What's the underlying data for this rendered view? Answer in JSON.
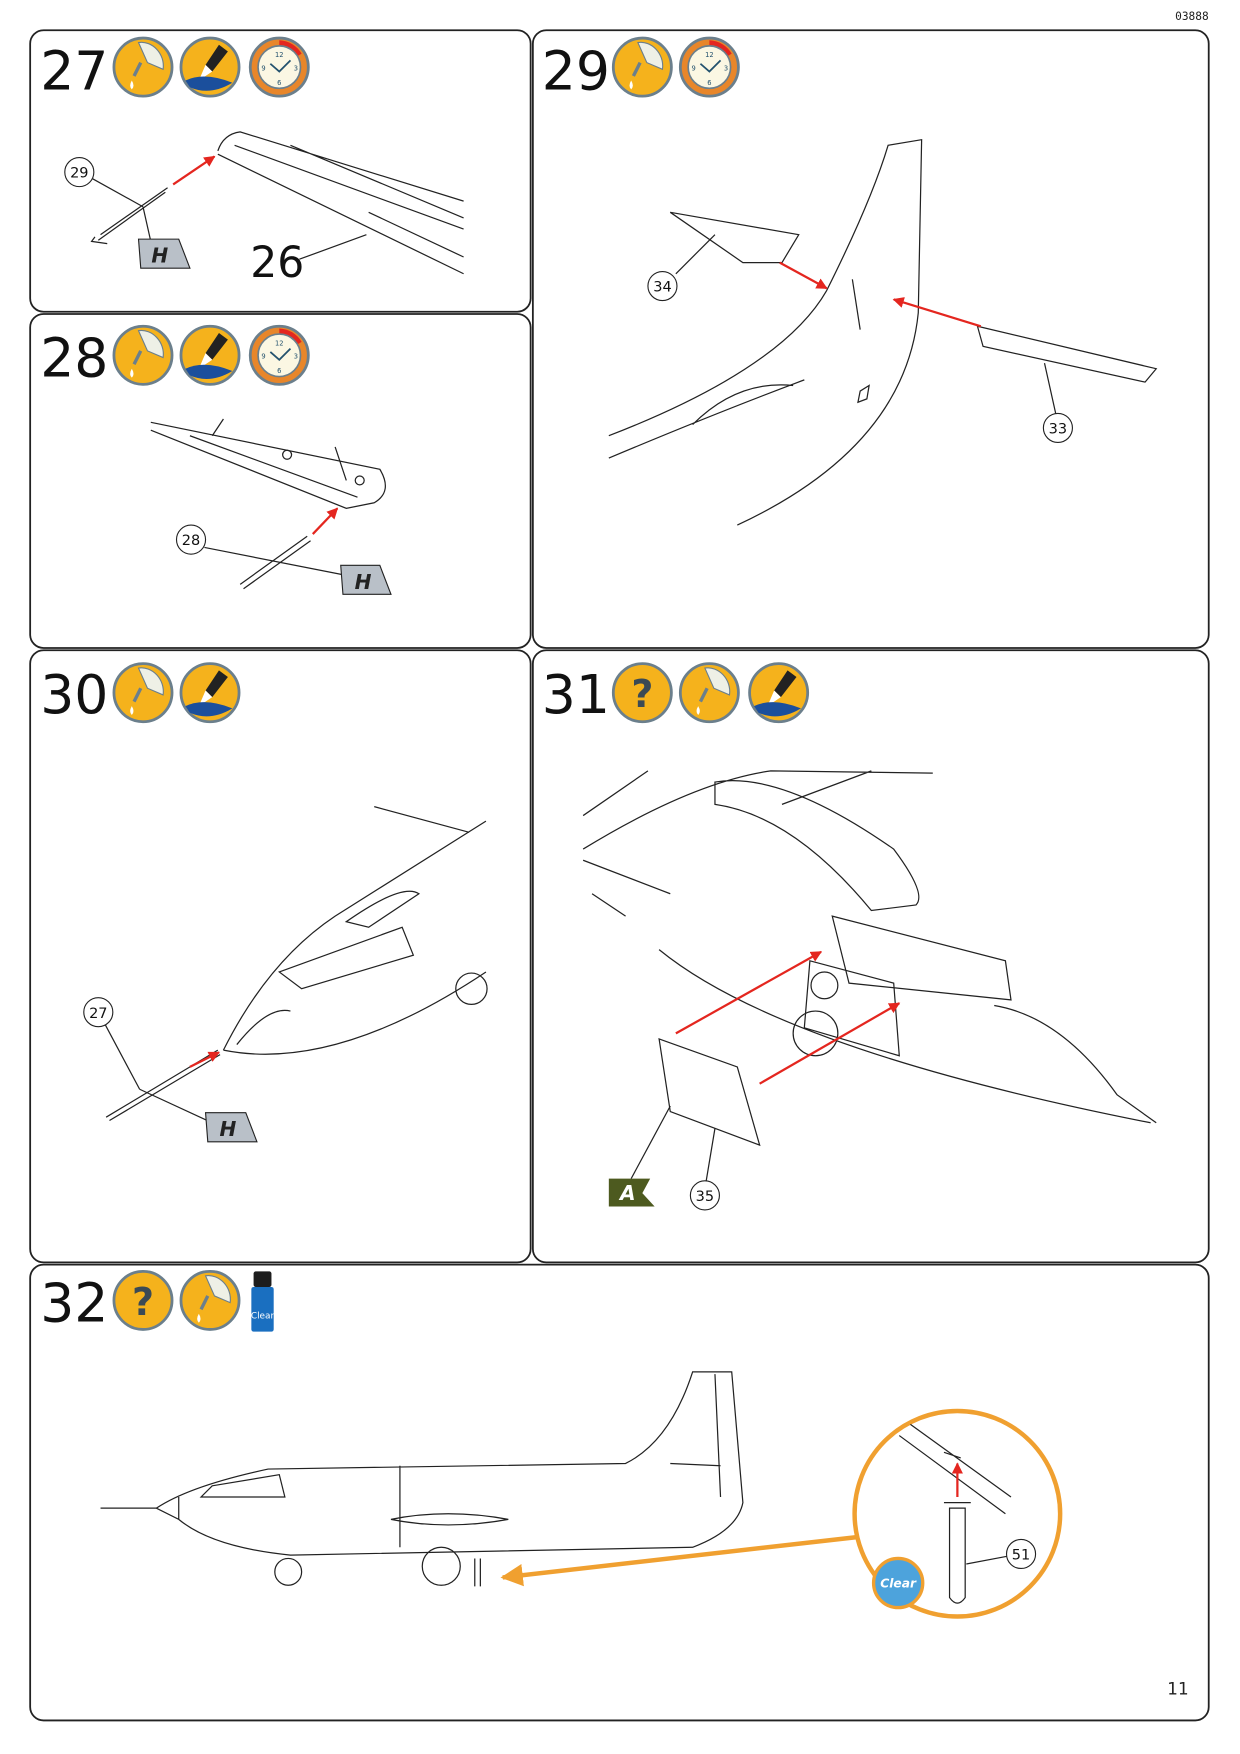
{
  "document_code": "03888",
  "page_number": "11",
  "colors": {
    "glue": "#f5b21c",
    "arrow": "#e4261f",
    "orange_arrow": "#f0a030",
    "flag_h": "#b9c0c8",
    "flag_a": "#4d5a1f"
  },
  "steps": [
    {
      "number": "27",
      "icons": [
        "glue-icon",
        "paint-icon",
        "clock-icon"
      ],
      "callouts": [
        "29",
        "26"
      ],
      "flag": "H"
    },
    {
      "number": "28",
      "icons": [
        "glue-icon",
        "paint-icon",
        "clock-icon"
      ],
      "callouts": [
        "28"
      ],
      "flag": "H"
    },
    {
      "number": "29",
      "icons": [
        "glue-icon",
        "clock-icon"
      ],
      "callouts": [
        "34",
        "33"
      ]
    },
    {
      "number": "30",
      "icons": [
        "glue-icon",
        "paint-icon"
      ],
      "callouts": [
        "27"
      ],
      "flag": "H"
    },
    {
      "number": "31",
      "icons": [
        "question-icon",
        "glue-icon",
        "paint-icon"
      ],
      "callouts": [
        "35"
      ],
      "flag": "A"
    },
    {
      "number": "32",
      "icons": [
        "question-icon",
        "glue-icon",
        "clear-bottle-icon"
      ],
      "callouts": [
        "51"
      ],
      "badge": "Clear",
      "bottle_label": "Clear"
    }
  ],
  "clock": {
    "n12": "12",
    "n3": "3",
    "n6": "6",
    "n9": "9"
  },
  "question_mark": "?"
}
